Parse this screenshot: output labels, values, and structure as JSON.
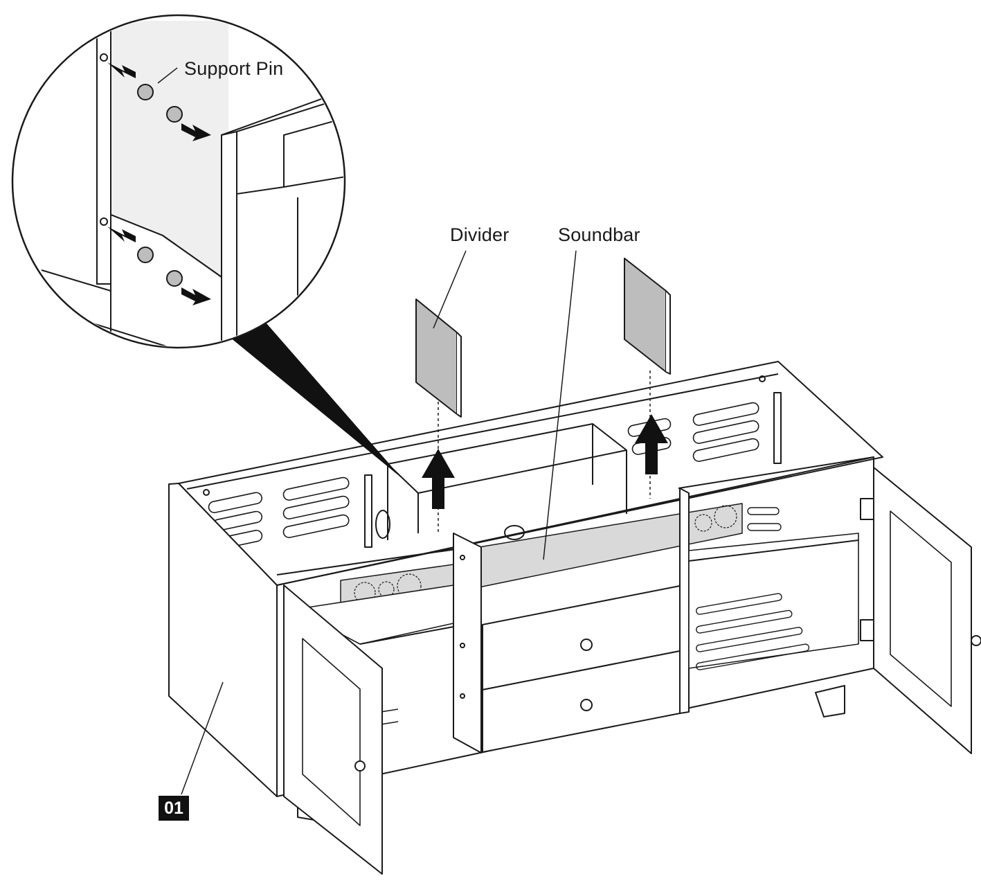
{
  "labels": {
    "support_pin": "Support Pin",
    "divider": "Divider",
    "soundbar": "Soundbar"
  },
  "part_badge": "01",
  "colors": {
    "line": "#1a1a1a",
    "panel_gray": "#bdbdbd",
    "soundbar_fill": "#d9d9d9",
    "badge_bg": "#111111",
    "badge_text": "#ffffff"
  },
  "icons": [
    "magnifier-circle",
    "arrow-up-icon",
    "arrow-right-icon"
  ]
}
